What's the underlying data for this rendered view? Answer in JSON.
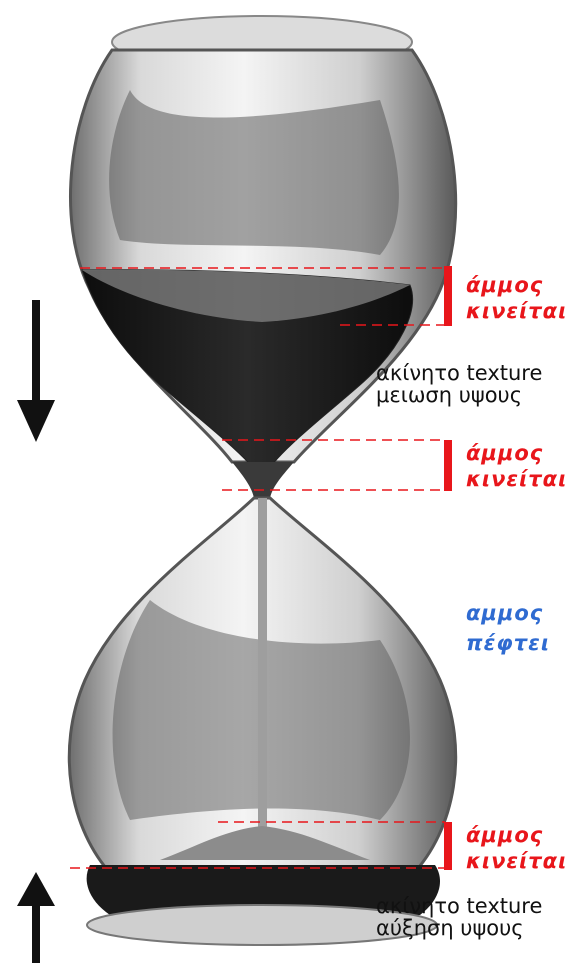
{
  "labels": {
    "top_moving": [
      "άμμος",
      "κινείται"
    ],
    "upper_static": [
      "ακίνητο texture",
      "μειωση υψους"
    ],
    "neck_moving": [
      "άμμος",
      "κινείται"
    ],
    "falling": [
      "αμμος",
      "πέφτει"
    ],
    "bottom_moving": [
      "άμμος",
      "κινείται"
    ],
    "lower_static": [
      "ακίνητο texture",
      "αύξηση υψους"
    ]
  },
  "arrows": {
    "left_upper": "down-arrow",
    "left_lower": "up-arrow"
  },
  "colors": {
    "marker": "#e8161b",
    "falling_text": "#2f6bd1",
    "text": "#111111",
    "sand": "#1b1b1b",
    "glass": "#9a9a9a"
  }
}
